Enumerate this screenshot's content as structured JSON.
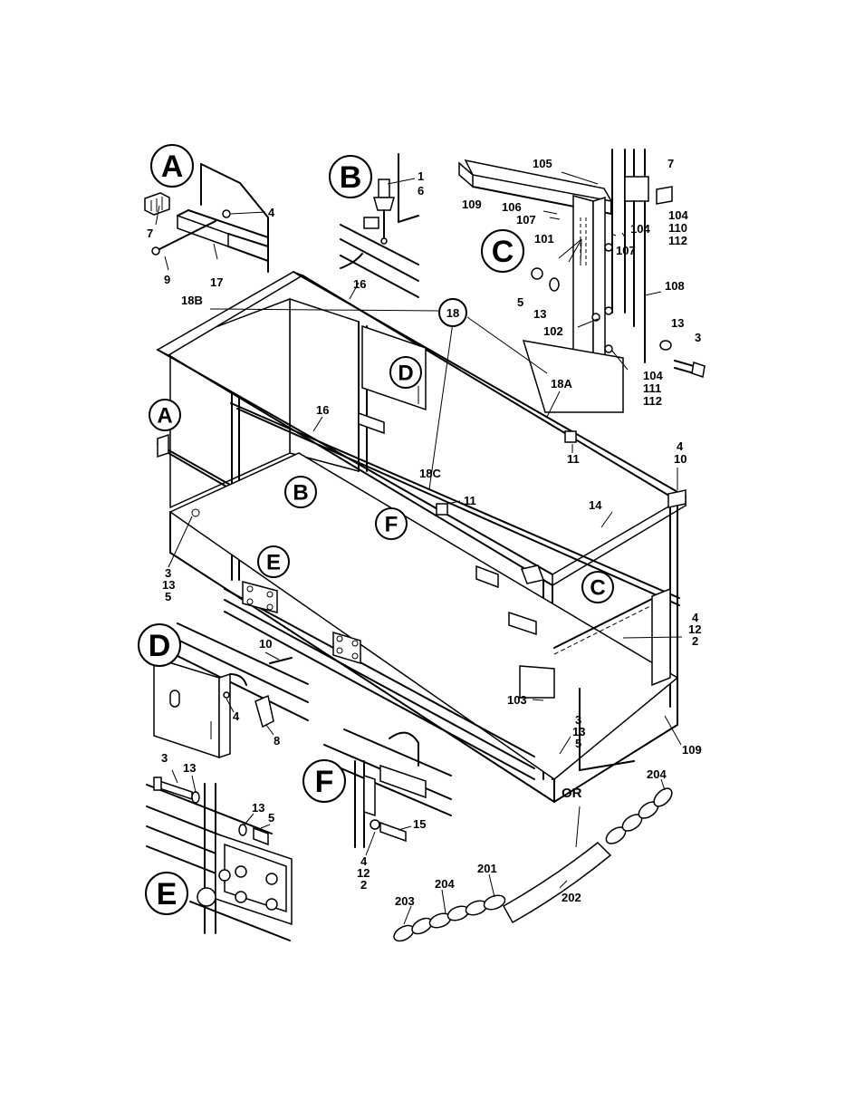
{
  "detail_letters": {
    "a": "A",
    "b": "B",
    "c": "C",
    "d": "D",
    "e": "E",
    "f": "F"
  },
  "callouts": {
    "c1": "1",
    "c6": "6",
    "c2": "2",
    "c3": "3",
    "c4": "4",
    "c5": "5",
    "c7": "7",
    "c8": "8",
    "c9": "9",
    "c10": "10",
    "c11": "11",
    "c12": "12",
    "c13": "13",
    "c14": "14",
    "c15": "15",
    "c16": "16",
    "c17": "17",
    "c18": "18",
    "c18a": "18A",
    "c18b": "18B",
    "c18c": "18C",
    "c101": "101",
    "c102": "102",
    "c103": "103",
    "c104": "104",
    "c105": "105",
    "c106": "106",
    "c107": "107",
    "c108": "108",
    "c109": "109",
    "c110": "110",
    "c111": "111",
    "c112": "112",
    "c201": "201",
    "c202": "202",
    "c203": "203",
    "c204": "204"
  },
  "or_label": "OR"
}
